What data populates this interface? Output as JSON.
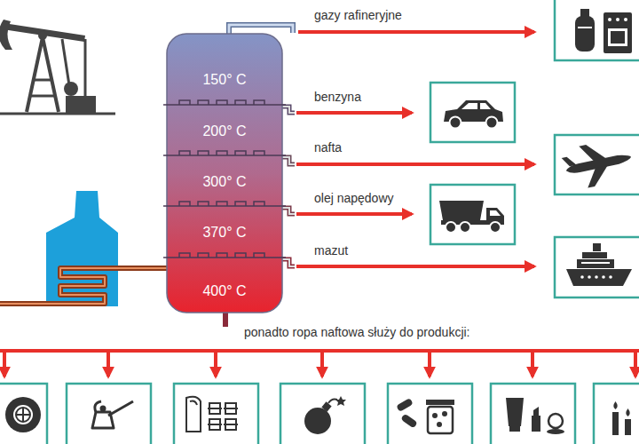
{
  "diagram": {
    "nodes": [
      {
        "text": [
          "150° C",
          "200° C",
          "300° C",
          "370° C",
          "400° C"
        ]
      }
    ],
    "labels": [
      "gazy rafineryjne",
      "benzyna",
      "nafta",
      "olej napędowy",
      "mazut",
      "ponadto ropa naftowa służy do produkcji:"
    ]
  }
}
